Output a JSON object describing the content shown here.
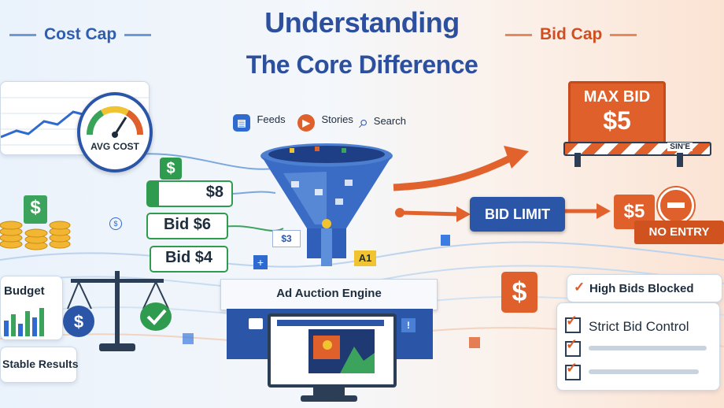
{
  "header": {
    "title_line1": "Understanding",
    "title_line2": "The Core Difference",
    "left_label": "Cost Cap",
    "right_label": "Bid Cap"
  },
  "cost_cap": {
    "gauge_label": "AVG COST",
    "tags": [
      "$8",
      "Bid $6",
      "Bid $4"
    ],
    "dollar_sign": "$",
    "budget_label": "Budget",
    "stable_label": "Stable Results"
  },
  "center": {
    "placements": [
      "Feeds",
      "Stories",
      "Search"
    ],
    "engine_label": "Ad Auction Engine",
    "funnel_tiles": [
      "$3",
      "A1"
    ]
  },
  "bid_cap": {
    "max_bid_label": "MAX BID",
    "max_bid_value": "$5",
    "barrier_text": "SIN'E",
    "bid_limit_label": "BID LIMIT",
    "no_entry_value": "$5",
    "no_entry_label": "NO ENTRY",
    "dollar_sign": "$",
    "blocked_label": "High Bids Blocked",
    "strict_label": "Strict Bid Control"
  },
  "colors": {
    "blue": "#2c4f9e",
    "orange": "#e0602c",
    "green": "#2e9b4e"
  }
}
